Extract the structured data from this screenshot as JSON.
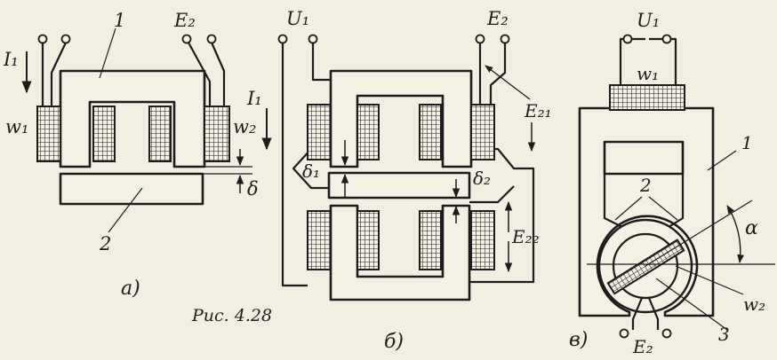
{
  "figure": {
    "caption": "Рис. 4.28",
    "a": {
      "subfig_label": "а)",
      "current": "I₁",
      "emf": "E₂",
      "winding_primary": "w₁",
      "winding_secondary": "w₂",
      "gap": "δ",
      "core_num": "1",
      "armature_num": "2"
    },
    "b": {
      "subfig_label": "б)",
      "voltage": "U₁",
      "current": "I₁",
      "emf": "E₂",
      "emf_21": "E₂₁",
      "emf_22": "E₂₂",
      "gap_1": "δ₁",
      "gap_2": "δ₂"
    },
    "c": {
      "subfig_label": "в)",
      "voltage": "U₁",
      "winding_primary": "w₁",
      "winding_secondary": "w₂",
      "emf": "E₂",
      "angle": "α",
      "label_1": "1",
      "label_2": "2",
      "label_3": "3"
    }
  }
}
